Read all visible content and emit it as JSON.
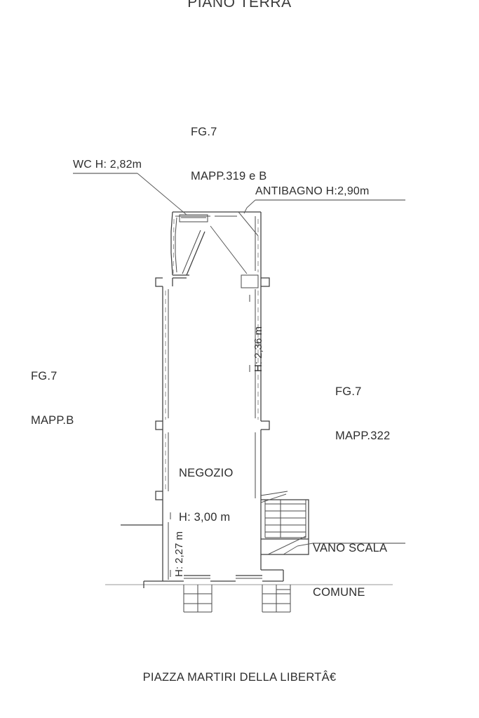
{
  "document": {
    "title": "PIANO TERRA",
    "street_caption": "PIAZZA MARTIRI DELLA LIBERTÂ€"
  },
  "parcels": {
    "top": {
      "sheet": "FG.7",
      "parcel": "MAPP.319 e B"
    },
    "left": {
      "sheet": "FG.7",
      "parcel": "MAPP.B"
    },
    "right": {
      "sheet": "FG.7",
      "parcel": "MAPP.322"
    }
  },
  "rooms": {
    "wc": {
      "label": "WC H: 2,82m"
    },
    "antibagno": {
      "label": "ANTIBAGNO H:2,90m"
    },
    "negozio": {
      "name": "NEGOZIO",
      "height": "H: 3,00 m"
    },
    "vano_scala": {
      "line1": "VANO SCALA",
      "line2": "COMUNE"
    }
  },
  "dimensions": {
    "corridor_height": "H: 2,36 m",
    "entry_height": "H: 2,27 m"
  },
  "colors": {
    "ink": "#2e2e2e",
    "line": "#3d3d3d",
    "hatch": "#8c8c8c",
    "paper": "#ffffff"
  }
}
